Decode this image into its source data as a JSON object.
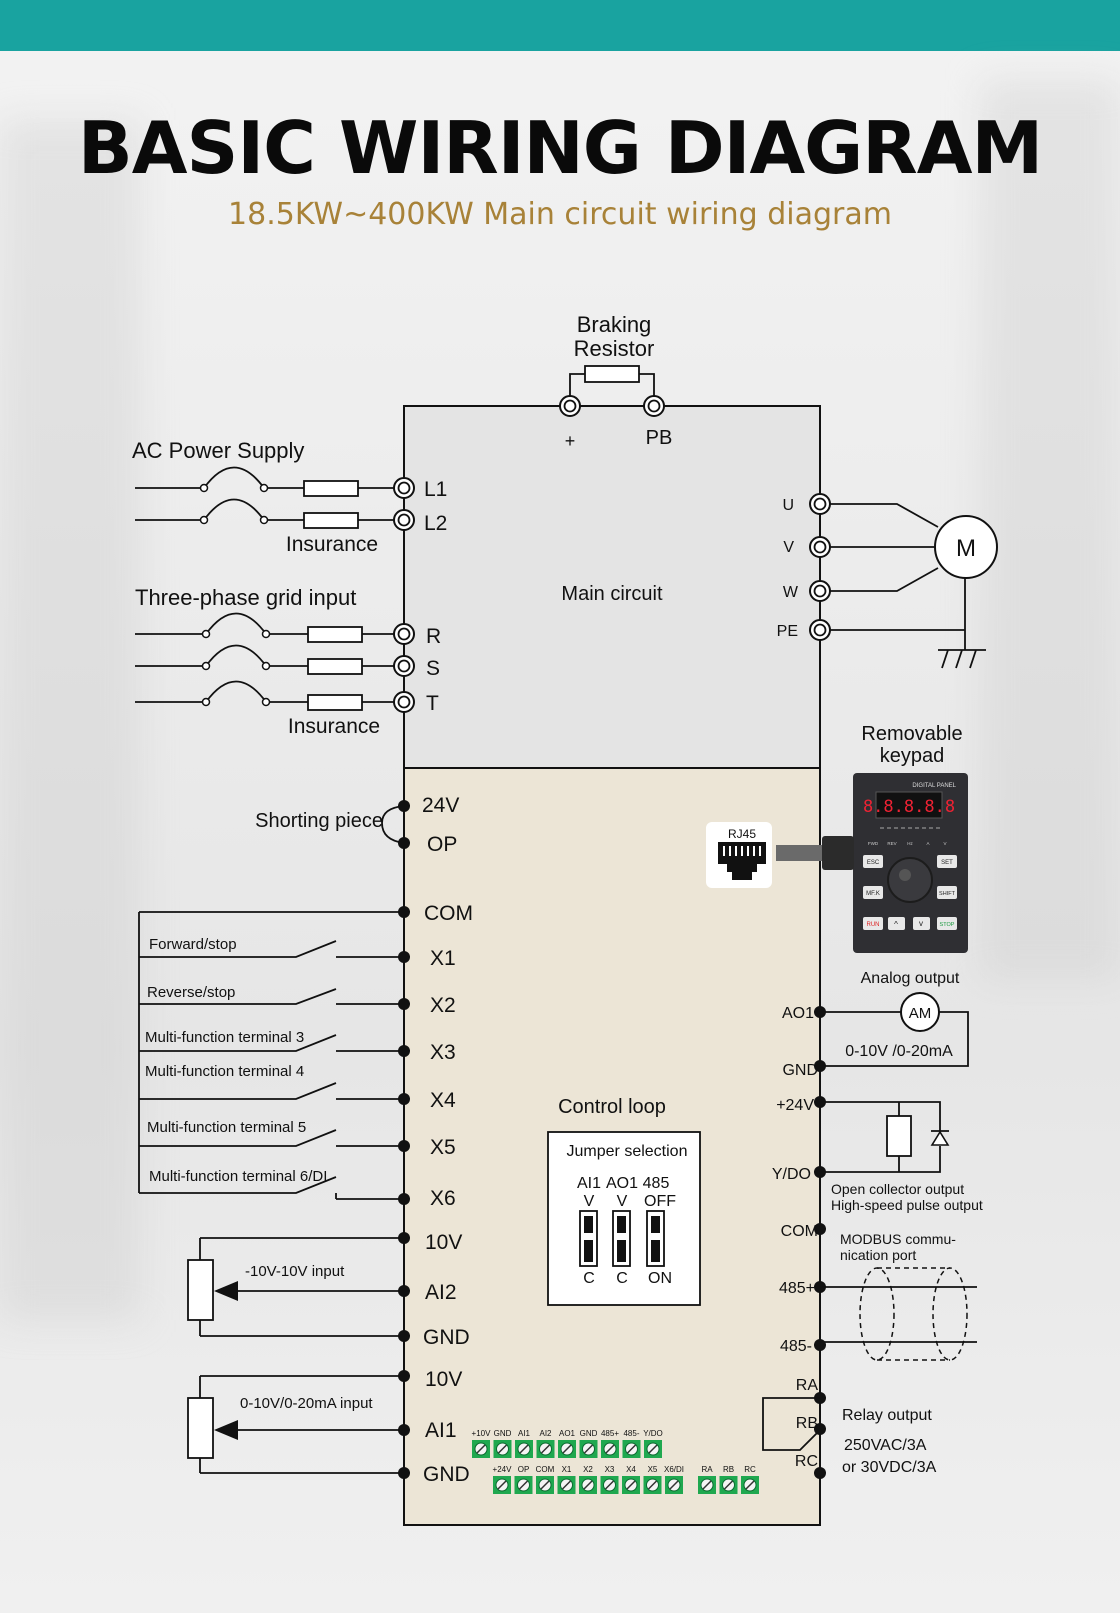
{
  "header": {
    "title": "BASIC WIRING DIAGRAM",
    "subtitle": "18.5KW~400KW Main circuit wiring diagram"
  },
  "colors": {
    "topbar": "#19a3a0",
    "subtitle": "#a88238",
    "main_circuit_fill": "#e4e4e4",
    "control_loop_fill": "#ece5d6",
    "terminal_green": "#1fa84f"
  },
  "braking": {
    "label_line1": "Braking",
    "label_line2": "Resistor",
    "plus": "+",
    "pb": "PB"
  },
  "ac_supply": {
    "label": "AC Power Supply",
    "fuse_label": "Insurance",
    "terminals": [
      "L1",
      "L2"
    ]
  },
  "three_phase": {
    "label": "Three-phase grid input",
    "fuse_label": "Insurance",
    "terminals": [
      "R",
      "S",
      "T"
    ]
  },
  "main_circuit": {
    "label": "Main circuit",
    "outputs": [
      "U",
      "V",
      "W",
      "PE"
    ],
    "motor": "M"
  },
  "keypad": {
    "label_line1": "Removable",
    "label_line2": "keypad",
    "panel_title": "DIGITAL PANEL",
    "display": "8.8.8.8.8",
    "rj45": "RJ45",
    "indicators": [
      "FWD",
      "REV",
      "Hz",
      "A",
      "V"
    ],
    "buttons": [
      "ESC",
      "SET",
      "MF.K",
      "SHIFT",
      "RUN",
      "^",
      "v",
      "STOP"
    ]
  },
  "shorting": {
    "label": "Shorting piece",
    "terminals": [
      "24V",
      "OP"
    ]
  },
  "control_loop": {
    "label": "Control loop"
  },
  "inputs": {
    "com": "COM",
    "items": [
      {
        "label": "Forward/stop",
        "terminal": "X1"
      },
      {
        "label": "Reverse/stop",
        "terminal": "X2"
      },
      {
        "label": "Multi-function terminal 3",
        "terminal": "X3"
      },
      {
        "label": "Multi-function terminal 4",
        "terminal": "X4"
      },
      {
        "label": "Multi-function terminal 5",
        "terminal": "X5"
      },
      {
        "label": "Multi-function terminal 6/DI",
        "terminal": "X6"
      }
    ]
  },
  "analog_inputs": [
    {
      "label": "-10V-10V input",
      "terminals": [
        "10V",
        "AI2",
        "GND"
      ]
    },
    {
      "label": "0-10V/0-20mA input",
      "terminals": [
        "10V",
        "AI1",
        "GND"
      ]
    }
  ],
  "jumper": {
    "title": "Jumper selection",
    "columns": [
      {
        "name": "AI1",
        "top": "V",
        "bottom": "C"
      },
      {
        "name": "AO1",
        "top": "V",
        "bottom": "C"
      },
      {
        "name": "485",
        "top": "OFF",
        "bottom": "ON"
      }
    ]
  },
  "analog_output": {
    "label": "Analog output",
    "terminals": [
      "AO1",
      "GND"
    ],
    "meter": "AM",
    "range": "0-10V /0-20mA"
  },
  "open_collector": {
    "terminals": [
      "+24V",
      "Y/DO"
    ],
    "line1": "Open collector output",
    "line2": "High-speed pulse output"
  },
  "modbus": {
    "terminals": [
      "COM",
      "485+",
      "485-"
    ],
    "line1": "MODBUS commu-",
    "line2": "nication port"
  },
  "relay": {
    "terminals": [
      "RA",
      "RB",
      "RC"
    ],
    "label": "Relay output",
    "rating1": "250VAC/3A",
    "rating2": "or 30VDC/3A"
  },
  "terminal_strip": {
    "top_row": [
      "+10V",
      "GND",
      "AI1",
      "AI2",
      "AO1",
      "GND",
      "485+",
      "485-",
      "Y/DO"
    ],
    "bottom_row": [
      "+24V",
      "OP",
      "COM",
      "X1",
      "X2",
      "X3",
      "X4",
      "X5",
      "X6/DI"
    ],
    "relay_row": [
      "RA",
      "RB",
      "RC"
    ]
  }
}
